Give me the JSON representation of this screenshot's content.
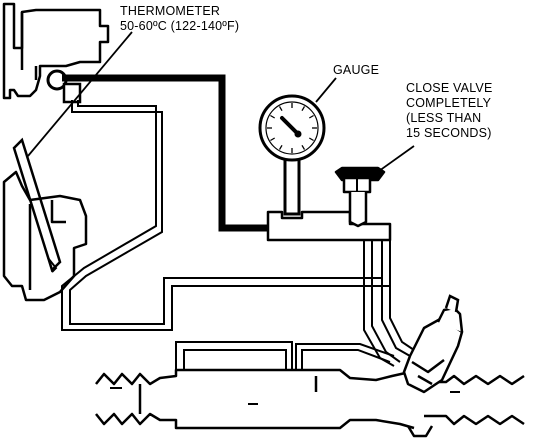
{
  "labels": {
    "thermometer": {
      "title": "THERMOMETER",
      "range": "50-60ºC (122-140ºF)"
    },
    "gauge": "GAUGE",
    "close_valve": {
      "line1": "CLOSE VALVE",
      "line2": "COMPLETELY",
      "line3": "(LESS THAN",
      "line4": " 15 SECONDS)"
    }
  },
  "colors": {
    "ink": "#000000",
    "paper": "#ffffff"
  }
}
